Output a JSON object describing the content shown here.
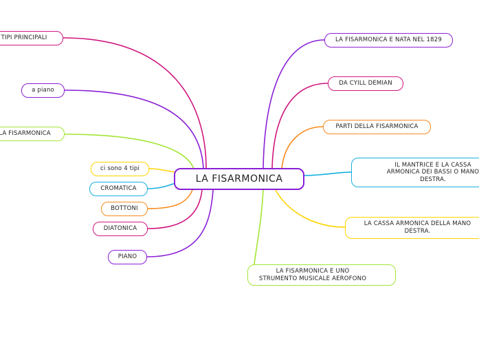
{
  "central": {
    "label": "LA FISARMONICA",
    "color": "#8a1fd6"
  },
  "nodes": [
    {
      "id": "tipi-principali",
      "label": "TIPI PRINCIPALI",
      "color": "#d0177f"
    },
    {
      "id": "a-piano",
      "label": "a piano",
      "color": "#8a1fd6"
    },
    {
      "id": "la-fisarmonica-left",
      "label": "LA FISARMONICA",
      "color": "#a3e635"
    },
    {
      "id": "ci-sono-4-tipi",
      "label": "ci sono 4 tipi",
      "color": "#ffd400"
    },
    {
      "id": "cromatica",
      "label": "CROMATICA",
      "color": "#17aee0"
    },
    {
      "id": "bottoni",
      "label": "BOTTONI",
      "color": "#f78a1d"
    },
    {
      "id": "diatonica",
      "label": "DIATONICA",
      "color": "#d0177f"
    },
    {
      "id": "piano",
      "label": "PIANO",
      "color": "#8a1fd6"
    },
    {
      "id": "nata-1829",
      "label": "LA FISARMONICA E NATA NEL 1829",
      "color": "#8a1fd6"
    },
    {
      "id": "da-cyill-demian",
      "label": "DA CYILL DEMIAN",
      "color": "#d0177f"
    },
    {
      "id": "parti",
      "label": "PARTI DELLA FISARMONICA",
      "color": "#f78a1d"
    },
    {
      "id": "mantrice",
      "label": "IL MANTRICE E LA CASSA ARMONICA DEI BASSI O MANO DESTRA.",
      "color": "#17aee0"
    },
    {
      "id": "cassa-armonica",
      "label": "LA CASSA ARMONICA DELLA MANO DESTRA.",
      "color": "#ffd400"
    },
    {
      "id": "aerofono",
      "label": "LA FISARMONICA E UNO STRUMENTO MUSICALE AEROFONO",
      "color": "#a3e635"
    }
  ]
}
